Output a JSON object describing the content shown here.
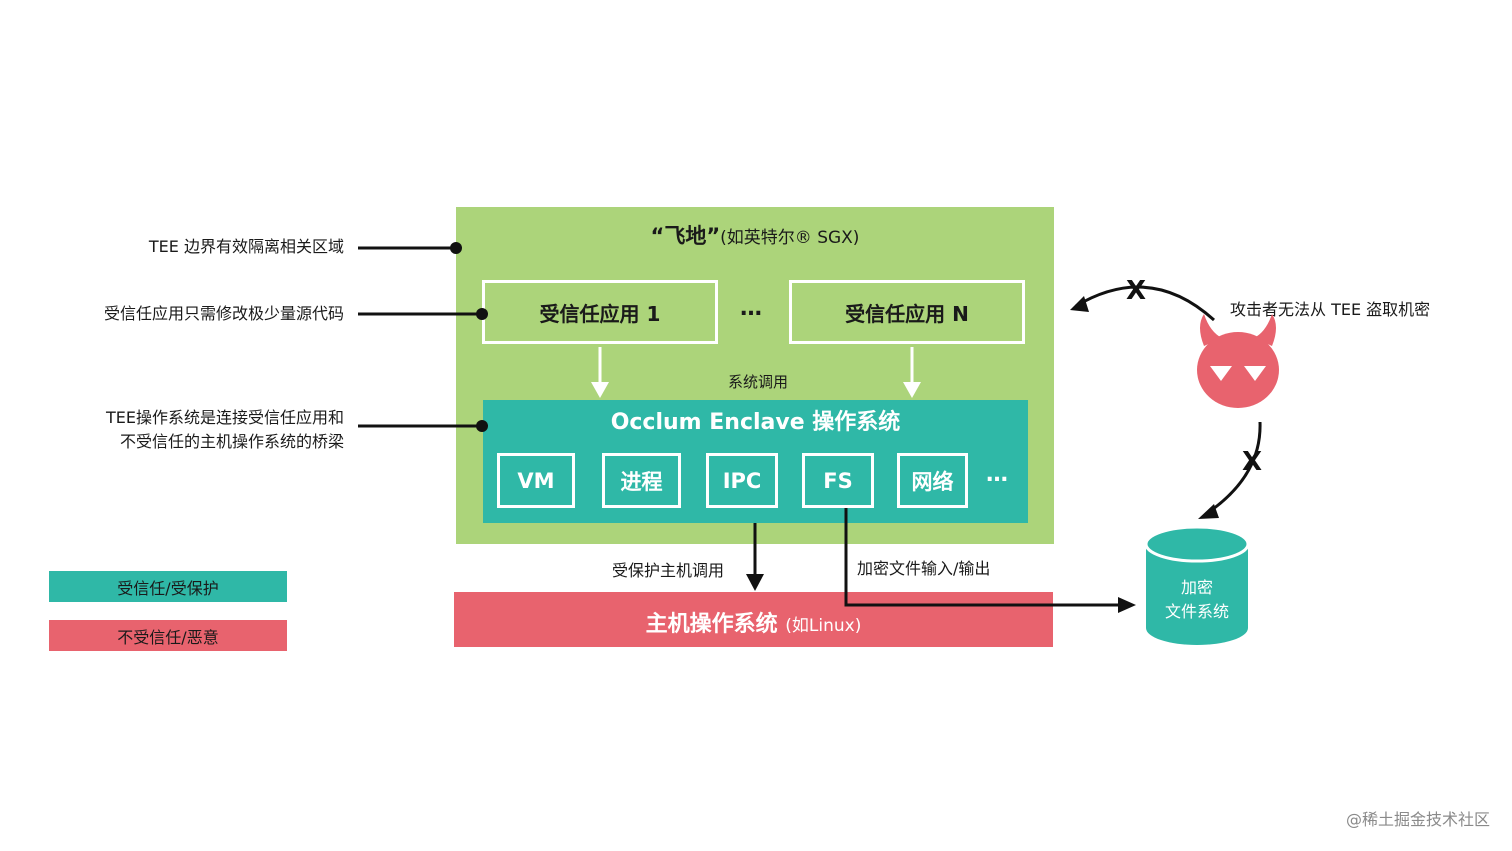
{
  "enclave": {
    "title": "“飞地”",
    "subtitle": "(如英特尔® SGX)"
  },
  "apps": [
    "受信任应用 1",
    "受信任应用 N"
  ],
  "apps_ellipsis": "…",
  "syscall_label": "系统调用",
  "enclave_os": {
    "title": "Occlum Enclave 操作系统",
    "modules": [
      "VM",
      "进程",
      "IPC",
      "FS",
      "网络"
    ],
    "modules_ellipsis": "…"
  },
  "host_os": {
    "title": "主机操作系统",
    "subtitle": "(如Linux)"
  },
  "edge_labels": {
    "protected_call": "受保护主机调用",
    "encrypted_io": "加密文件输入/输出"
  },
  "left_labels": {
    "boundary": "TEE 边界有效隔离相关区域",
    "minimal_change": "受信任应用只需修改极少量源代码",
    "bridge_line1": "TEE操作系统是连接受信任应用和",
    "bridge_line2": "不受信任的主机操作系统的桥梁"
  },
  "legend": {
    "trusted": "受信任/受保护",
    "untrusted": "不受信任/恶意"
  },
  "attacker_label": "攻击者无法从 TEE 盗取机密",
  "blocked_mark": "X",
  "storage": {
    "line1": "加密",
    "line2": "文件系统"
  },
  "watermark": "@稀土掘金技术社区",
  "colors": {
    "enclave_green": "#acd47a",
    "trusted_teal": "#2fb8a7",
    "untrusted_red": "#e8636e",
    "arrow_black": "#111111",
    "white": "#ffffff"
  },
  "icons": [
    "devil-icon",
    "cylinder-icon"
  ]
}
